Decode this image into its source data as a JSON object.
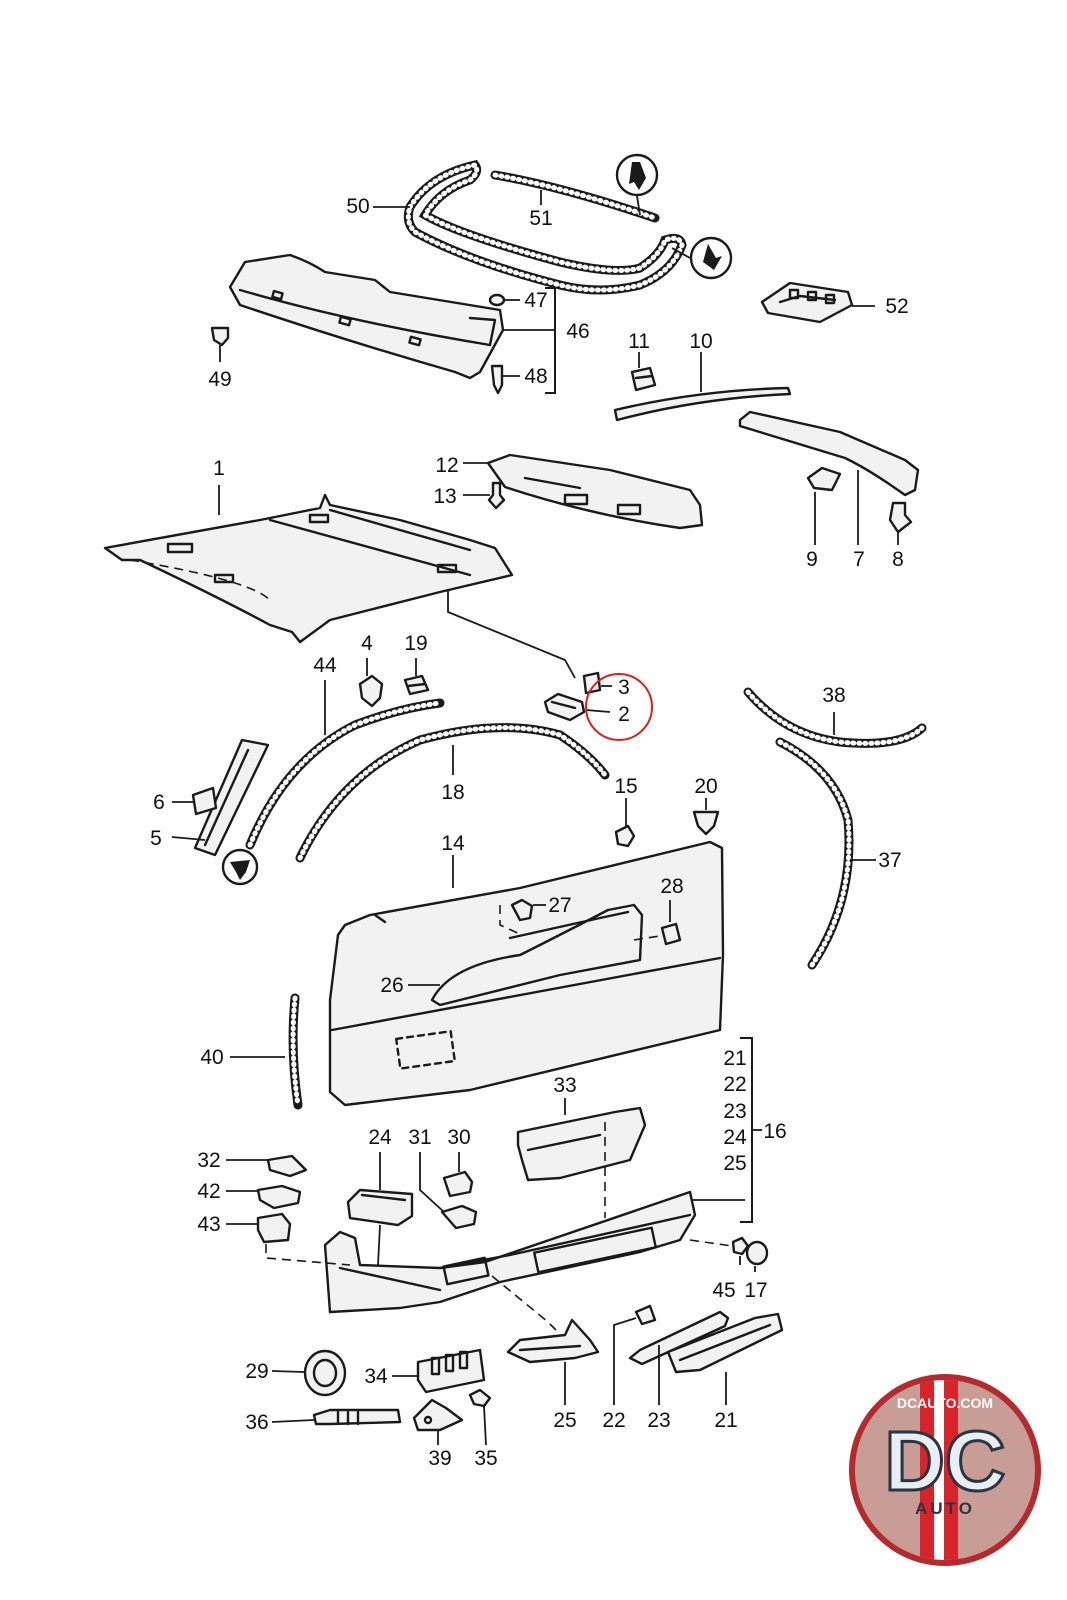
{
  "part_labels": {
    "p1": "1",
    "p2": "2",
    "p3": "3",
    "p4": "4",
    "p5": "5",
    "p6": "6",
    "p7": "7",
    "p8": "8",
    "p9": "9",
    "p10": "10",
    "p11": "11",
    "p12": "12",
    "p13": "13",
    "p14": "14",
    "p15": "15",
    "p16": "16",
    "p17": "17",
    "p18": "18",
    "p19": "19",
    "p20": "20",
    "p21": "21",
    "p22": "22",
    "p23": "23",
    "p24": "24",
    "p25": "25",
    "p26": "26",
    "p27": "27",
    "p28": "28",
    "p29": "29",
    "p30": "30",
    "p31": "31",
    "p32": "32",
    "p33": "33",
    "p34": "34",
    "p35": "35",
    "p36": "36",
    "p37": "37",
    "p38": "38",
    "p39": "39",
    "p40": "40",
    "p42": "42",
    "p43": "43",
    "p44": "44",
    "p45": "45",
    "p46": "46",
    "p47": "47",
    "p48": "48",
    "p49": "49",
    "p50": "50",
    "p51": "51",
    "p52": "52"
  },
  "group_16_members": [
    "21",
    "22",
    "23",
    "24",
    "25"
  ],
  "highlight": {
    "parts": [
      "2",
      "3"
    ],
    "color": "#e21b1b"
  },
  "watermark": {
    "site": "DCAUTO.COM",
    "monogram": "DC",
    "word": "AUTO",
    "colors": {
      "ring": "#b42a2e",
      "stripe_red": "#d8232a",
      "stripe_white": "#ffffff"
    }
  }
}
